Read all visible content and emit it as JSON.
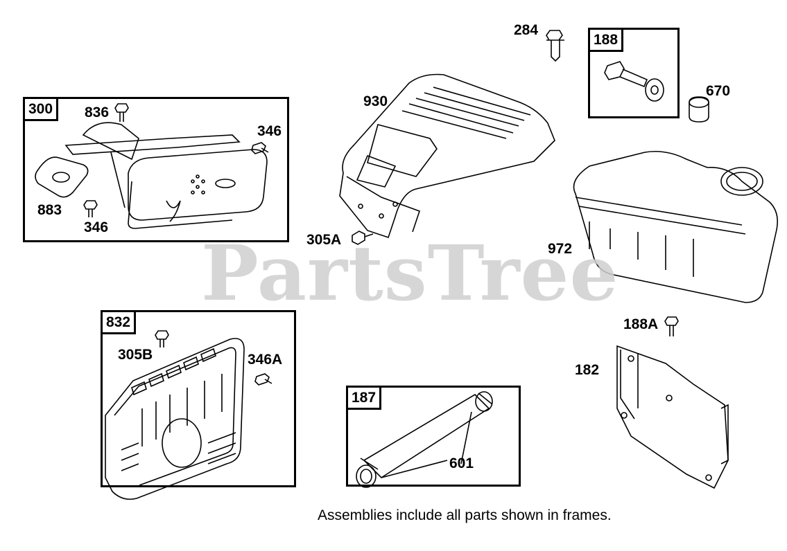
{
  "watermark": "PartsTree",
  "note": "Assemblies include all parts shown in frames.",
  "frames": {
    "f300": "300",
    "f188": "188",
    "f832": "832",
    "f187": "187"
  },
  "labels": {
    "l284": "284",
    "l930": "930",
    "l836": "836",
    "l346_top": "346",
    "l883": "883",
    "l346_bottom": "346",
    "l670": "670",
    "l305a": "305A",
    "l972": "972",
    "l305b": "305B",
    "l346a": "346A",
    "l188a": "188A",
    "l182": "182",
    "l601": "601"
  }
}
